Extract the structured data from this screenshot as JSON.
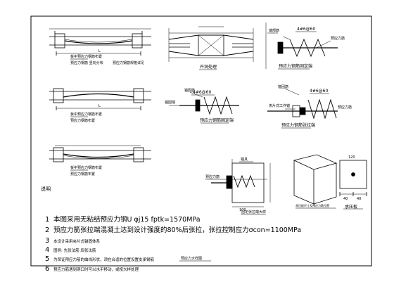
{
  "drawing": {
    "plan1_caption": "板中预应力钢筋布置",
    "plan1_subcaption": "预应力钢筋 竖向分布",
    "plan1_note": "预应力钢筋规格详见",
    "plan1_dim": "L",
    "plan2_caption": "板中预应力钢筋布置",
    "plan2_subcaption": "预应力钢筋布置",
    "plan2_dim": "L",
    "plan3_caption": "板中预应力钢筋布置",
    "plan3_subcaption": "预应力钢筋布置",
    "opening_caption": "开洞处理",
    "anchor_top_caption": "预应力钢筋固定端",
    "anchor_top_label1": "端部筋",
    "anchor_top_label2": "4#6@60",
    "anchor_top_label3": "预应力筋",
    "anchor_mid_caption": "预应力钢筋固定端",
    "anchor_mid_label1": "锚固筋",
    "anchor_mid_label2": "4#6@60",
    "anchor_mid_label3": "锚固端",
    "tension_caption": "预应力钢筋张拉端",
    "tension_label1": "锚固筋",
    "tension_label2": "4#6@60",
    "tension_label3": "夹片式工作锚",
    "tension_label4": "预应力筋",
    "anchor_block_caption": "固定张拉端大样",
    "anchor_block_label1": "锚具",
    "anchor_block_label2": "预应力筋",
    "anchor_block_dim": "100",
    "plate_caption": "承压板",
    "plate_dim": "120",
    "plate_label": "承压板尺寸及预应力筋位置",
    "footer_caption": "预应力大样图",
    "dim_value_a": "40",
    "dim_value_b": "40"
  },
  "notes": {
    "title": "说明",
    "items": [
      {
        "num": "1",
        "text": "本图采用无粘结预应力钢U φj15  fptk=1570MPa",
        "big": true
      },
      {
        "num": "2",
        "text": "预应力筋张拉端混凝土达到设计强度的80%后张拉，张拉控制应力σcon=1100MPa",
        "big": true
      },
      {
        "num": "3",
        "text": "本设计采用夹片式锚固体系",
        "big": false
      },
      {
        "num": "4",
        "text": "图例:              先张法筋              后张法筋",
        "big": false
      },
      {
        "num": "5",
        "text": "为保证预应力筋的曲线形状，须在合适的位置设置支承钢筋",
        "big": false
      },
      {
        "num": "6",
        "text": "预应力筋遇到洞口时可以水平移动，或按大样处理",
        "big": false
      }
    ]
  }
}
